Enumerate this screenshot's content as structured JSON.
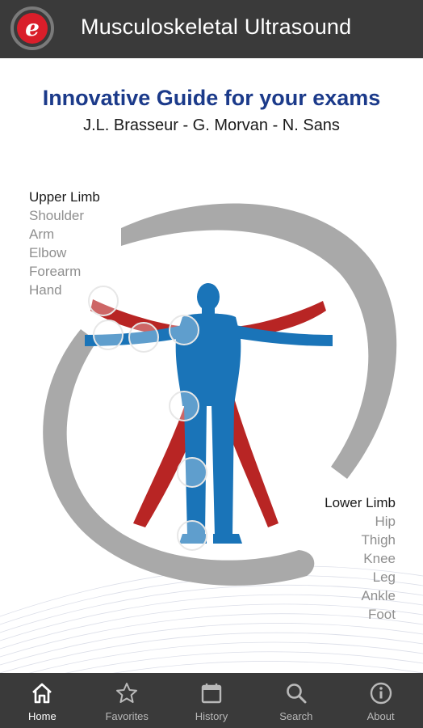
{
  "app": {
    "title": "Musculoskeletal Ultrasound"
  },
  "hero": {
    "headline": "Innovative Guide for your exams",
    "authors": "J.L. Brasseur - G. Morvan - N. Sans"
  },
  "upper_limb": {
    "title": "Upper Limb",
    "items": [
      "Shoulder",
      "Arm",
      "Elbow",
      "Forearm",
      "Hand"
    ]
  },
  "lower_limb": {
    "title": "Lower Limb",
    "items": [
      "Hip",
      "Thigh",
      "Knee",
      "Leg",
      "Ankle",
      "Foot"
    ]
  },
  "nav": {
    "items": [
      {
        "label": "Home",
        "icon": "home-icon",
        "active": true
      },
      {
        "label": "Favorites",
        "icon": "star-icon",
        "active": false
      },
      {
        "label": "History",
        "icon": "calendar-icon",
        "active": false
      },
      {
        "label": "Search",
        "icon": "search-icon",
        "active": false
      },
      {
        "label": "About",
        "icon": "info-icon",
        "active": false
      }
    ]
  },
  "colors": {
    "appbar": "#3a3a3a",
    "headline": "#1b3a8a",
    "body_blue": "#1a74b8",
    "body_red": "#b82524",
    "ring_gray": "#a9a9a9",
    "logo_red": "#d91e2a"
  }
}
